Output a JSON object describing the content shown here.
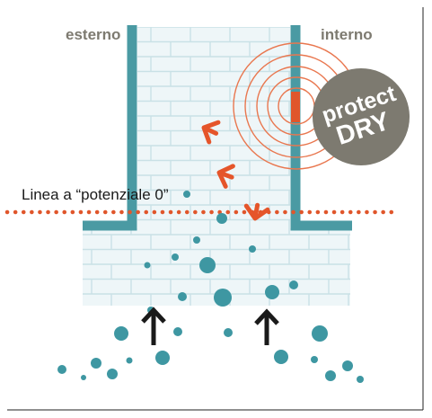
{
  "labels": {
    "outside": "esterno",
    "inside": "interno",
    "zero_line": "Linea a “potenziale 0”"
  },
  "badge": {
    "line1": "protect",
    "line2": "DRY"
  },
  "colors": {
    "wall_border": "#4a9aa3",
    "brick_fill": "#eef6f8",
    "mortar": "#c9e1e6",
    "water_drop": "#3e97a2",
    "potential_line": "#e0562b",
    "field_rings": "#e9774f",
    "device": "#e0562b",
    "moisture_arrows": "#e5552a",
    "rising_arrows": "#1a1a1a",
    "badge_fill": "#7d7a70",
    "badge_text": "#ffffff",
    "label_text": "#7d7a70"
  },
  "icons": {
    "moisture_out": "arrow-icon",
    "capillary_rise": "arrow-up-icon",
    "device": "device-icon"
  }
}
